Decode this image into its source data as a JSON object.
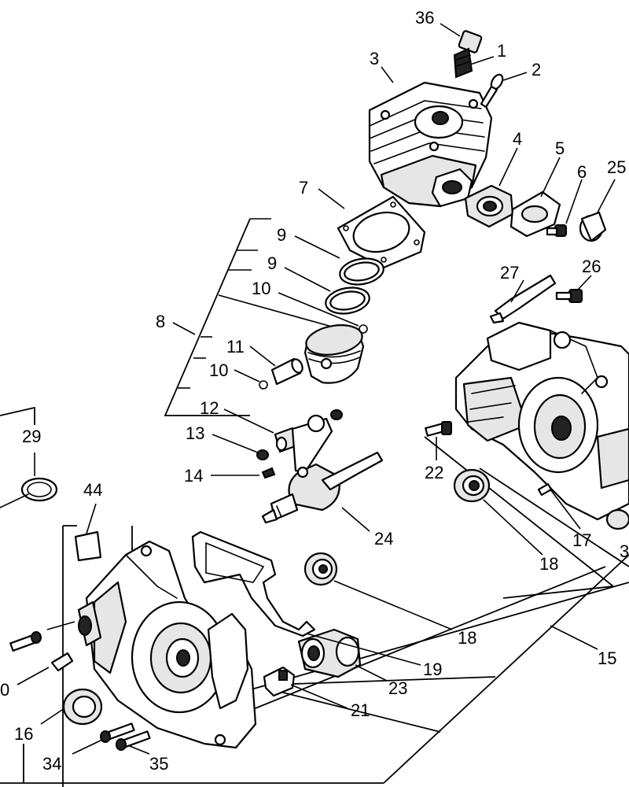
{
  "callouts": [
    {
      "id": "c36",
      "text": "36"
    },
    {
      "id": "c1",
      "text": "1"
    },
    {
      "id": "c2",
      "text": "2"
    },
    {
      "id": "c3",
      "text": "3"
    },
    {
      "id": "c4",
      "text": "4"
    },
    {
      "id": "c5",
      "text": "5"
    },
    {
      "id": "c6",
      "text": "6"
    },
    {
      "id": "c25",
      "text": "25"
    },
    {
      "id": "c7",
      "text": "7"
    },
    {
      "id": "c9a",
      "text": "9"
    },
    {
      "id": "c9b",
      "text": "9"
    },
    {
      "id": "c10a",
      "text": "10"
    },
    {
      "id": "c8",
      "text": "8"
    },
    {
      "id": "c11",
      "text": "11"
    },
    {
      "id": "c10b",
      "text": "10"
    },
    {
      "id": "c12",
      "text": "12"
    },
    {
      "id": "c13",
      "text": "13"
    },
    {
      "id": "c14",
      "text": "14"
    },
    {
      "id": "c24",
      "text": "24"
    },
    {
      "id": "c27",
      "text": "27"
    },
    {
      "id": "c26",
      "text": "26"
    },
    {
      "id": "c22",
      "text": "22"
    },
    {
      "id": "c17",
      "text": "17"
    },
    {
      "id": "c3r",
      "text": "3"
    },
    {
      "id": "c18a",
      "text": "18"
    },
    {
      "id": "c18b",
      "text": "18"
    },
    {
      "id": "c15",
      "text": "15"
    },
    {
      "id": "c29",
      "text": "29"
    },
    {
      "id": "c44",
      "text": "44"
    },
    {
      "id": "c19",
      "text": "19"
    },
    {
      "id": "c23",
      "text": "23"
    },
    {
      "id": "c21",
      "text": "21"
    },
    {
      "id": "c0",
      "text": "0"
    },
    {
      "id": "c16",
      "text": "16"
    },
    {
      "id": "c34",
      "text": "34"
    },
    {
      "id": "c35",
      "text": "35"
    }
  ]
}
